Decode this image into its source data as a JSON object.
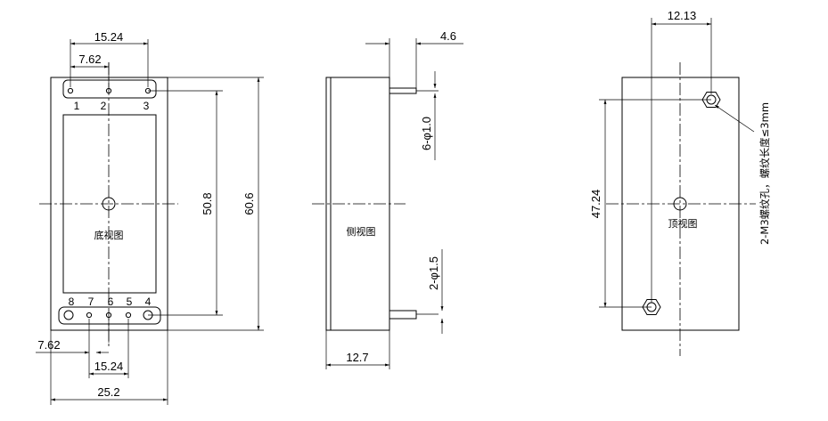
{
  "bottom_view": {
    "title": "底视图",
    "dim_pin_span_top": "15.24",
    "dim_pin_pitch_top": "7.62",
    "dim_pin_pitch_bottom": "7.62",
    "dim_pin_span_bottom": "15.24",
    "dim_width": "25.2",
    "dim_pin_row_distance": "50.8",
    "dim_length": "60.6",
    "top_pins": [
      "1",
      "2",
      "3"
    ],
    "bottom_pins": [
      "8",
      "7",
      "6",
      "5",
      "4"
    ]
  },
  "side_view": {
    "title": "侧视图",
    "dim_pin_length": "4.6",
    "dim_small_pin": "6-φ1.0",
    "dim_large_pin": "2-φ1.5",
    "dim_height": "12.7"
  },
  "top_view": {
    "title": "顶视图",
    "dim_hole_offset": "12.13",
    "dim_hole_distance": "47.24",
    "thread_note": "2-M3螺纹孔，螺纹长度≤3mm"
  }
}
